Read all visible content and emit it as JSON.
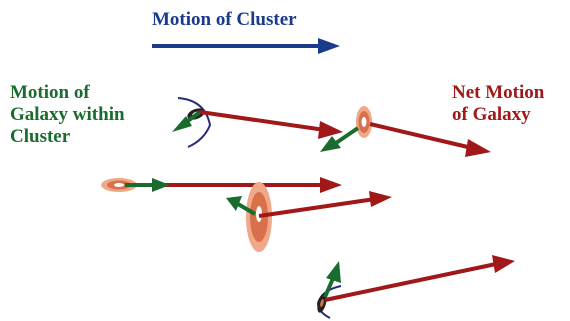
{
  "labels": {
    "cluster_motion": "Motion of Cluster",
    "galaxy_motion": [
      "Motion of",
      "Galaxy within",
      "Cluster"
    ],
    "net_motion": [
      "Net Motion",
      "of Galaxy"
    ]
  },
  "colors": {
    "cluster_arrow": "#1a3a8c",
    "net_arrow": "#a01818",
    "galaxy_arrow": "#1a6b2e",
    "galaxy_outer": "#f0a888",
    "galaxy_mid": "#d8704c",
    "galaxy_core": "#ffffff",
    "galaxy_dark": "#222222",
    "arc": "#2a2a7a"
  }
}
